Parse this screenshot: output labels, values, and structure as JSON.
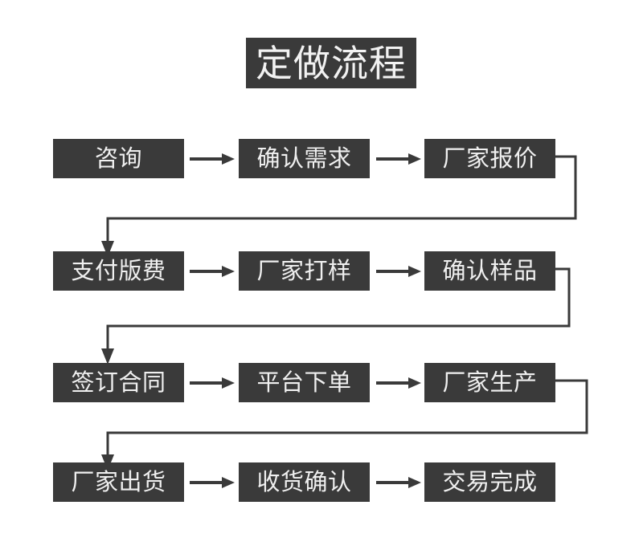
{
  "diagram": {
    "title": "定做流程",
    "type": "flowchart",
    "colors": {
      "node_fill": "#3a3a3a",
      "node_text": "#f0f0f0",
      "background": "#ffffff",
      "connector": "#3a3a3a"
    },
    "rows": [
      {
        "index": 1,
        "nodes": [
          {
            "id": "n1",
            "label": "咨询"
          },
          {
            "id": "n2",
            "label": "确认需求"
          },
          {
            "id": "n3",
            "label": "厂家报价"
          }
        ],
        "inline_arrows": [
          "→",
          "→"
        ]
      },
      {
        "index": 2,
        "nodes": [
          {
            "id": "n4",
            "label": "支付版费"
          },
          {
            "id": "n5",
            "label": "厂家打样"
          },
          {
            "id": "n6",
            "label": "确认样品"
          }
        ],
        "inline_arrows": [
          "→",
          "→"
        ]
      },
      {
        "index": 3,
        "nodes": [
          {
            "id": "n7",
            "label": "签订合同"
          },
          {
            "id": "n8",
            "label": "平台下单"
          },
          {
            "id": "n9",
            "label": "厂家生产"
          }
        ],
        "inline_arrows": [
          "→",
          "→"
        ]
      },
      {
        "index": 4,
        "nodes": [
          {
            "id": "n10",
            "label": "厂家出货"
          },
          {
            "id": "n11",
            "label": "收货确认"
          },
          {
            "id": "n12",
            "label": "交易完成"
          }
        ],
        "inline_arrows": [
          "→",
          "→"
        ]
      }
    ],
    "wrap_connectors": [
      {
        "from": "n3",
        "to": "n4"
      },
      {
        "from": "n6",
        "to": "n7"
      },
      {
        "from": "n9",
        "to": "n10"
      }
    ],
    "sequence": [
      "咨询",
      "确认需求",
      "厂家报价",
      "支付版费",
      "厂家打样",
      "确认样品",
      "签订合同",
      "平台下单",
      "厂家生产",
      "厂家出货",
      "收货确认",
      "交易完成"
    ]
  }
}
